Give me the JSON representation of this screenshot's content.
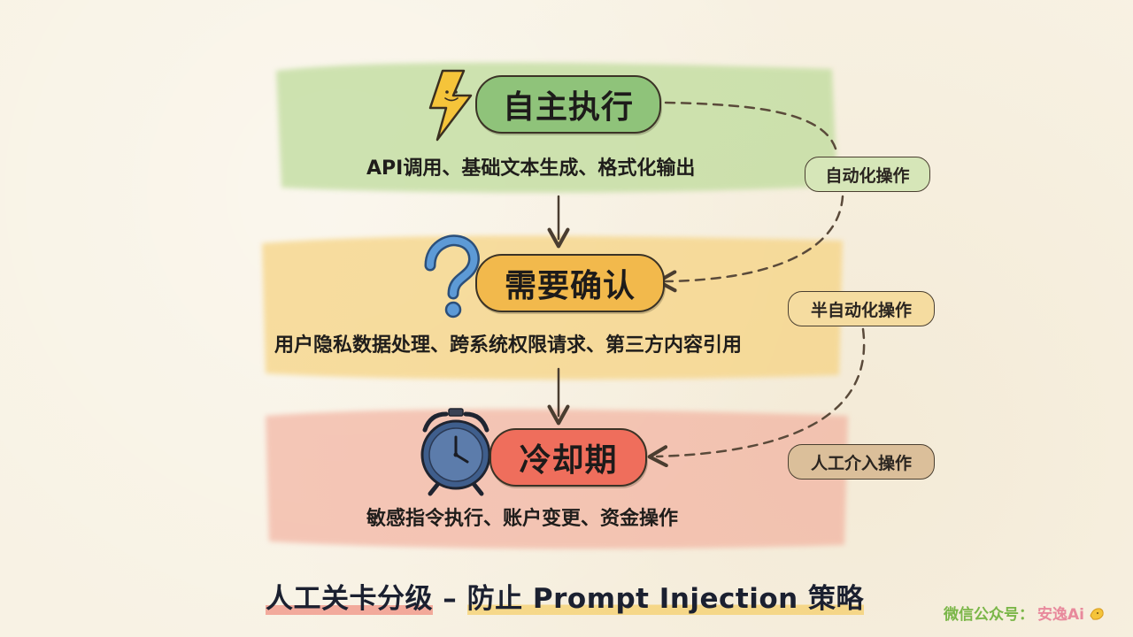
{
  "diagram": {
    "levels": [
      {
        "label": "自主执行",
        "description": "API调用、基础文本生成、格式化输出",
        "icon": "lightning-icon",
        "color": "#8fc37a"
      },
      {
        "label": "需要确认",
        "description": "用户隐私数据处理、跨系统权限请求、第三方内容引用",
        "icon": "question-mark-icon",
        "color": "#f2b94c"
      },
      {
        "label": "冷却期",
        "description": "敏感指令执行、账户变更、资金操作",
        "icon": "alarm-clock-icon",
        "color": "#ef6e5c"
      }
    ],
    "side_tags": [
      "自动化操作",
      "半自动化操作",
      "人工介入操作"
    ],
    "title_left": "人工关卡分级",
    "title_sep": " – ",
    "title_right": "防止 Prompt Injection 策略",
    "watermark_prefix": "微信公众号：",
    "watermark_name": "安逸Ai"
  }
}
